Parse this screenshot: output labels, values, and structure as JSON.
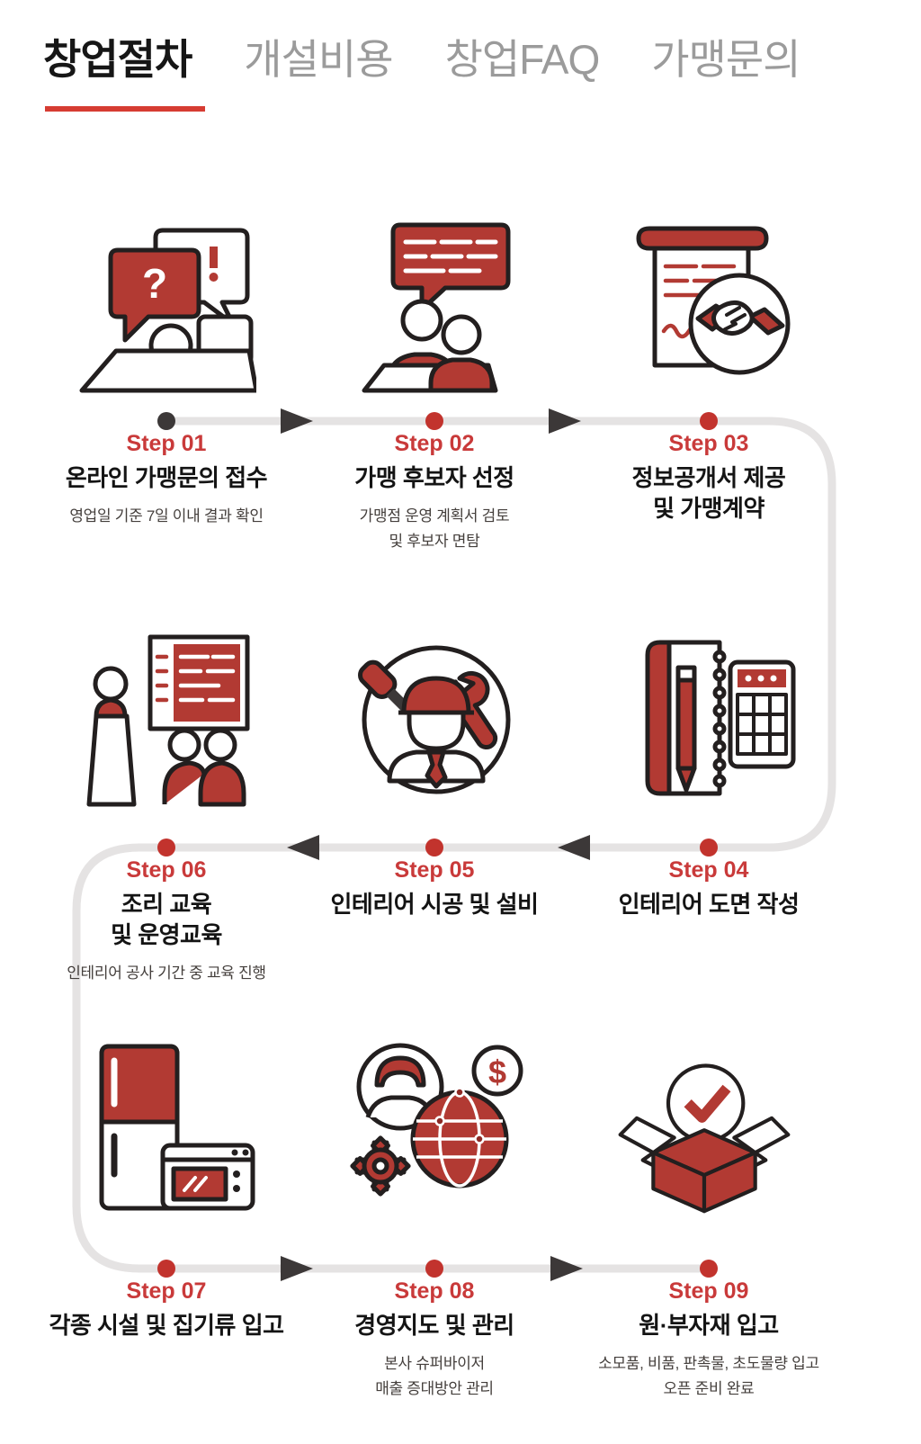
{
  "nav": {
    "tabs": [
      {
        "label": "창업절차",
        "active": true
      },
      {
        "label": "개설비용",
        "active": false
      },
      {
        "label": "창업FAQ",
        "active": false
      },
      {
        "label": "가맹문의",
        "active": false
      }
    ]
  },
  "steps": [
    {
      "step": "Step 01",
      "title_lines": [
        "온라인 가맹문의 접수"
      ],
      "desc_lines": [
        "영업일 기준 7일 이내 결과 확인"
      ],
      "icon": "online-inquiry-icon"
    },
    {
      "step": "Step 02",
      "title_lines": [
        "가맹 후보자 선정"
      ],
      "desc_lines": [
        "가맹점 운영 계획서 검토",
        "및 후보자 면탐"
      ],
      "icon": "candidate-interview-icon"
    },
    {
      "step": "Step 03",
      "title_lines": [
        "정보공개서 제공",
        "및 가맹계약"
      ],
      "desc_lines": [],
      "icon": "contract-handshake-icon"
    },
    {
      "step": "Step 04",
      "title_lines": [
        "인테리어 도면 작성"
      ],
      "desc_lines": [],
      "icon": "interior-drawing-icon"
    },
    {
      "step": "Step 05",
      "title_lines": [
        "인테리어 시공 및 설비"
      ],
      "desc_lines": [],
      "icon": "construction-worker-icon"
    },
    {
      "step": "Step 06",
      "title_lines": [
        "조리 교육",
        "및 운영교육"
      ],
      "desc_lines": [
        "인테리어 공사 기간 중 교육 진행"
      ],
      "icon": "training-presentation-icon"
    },
    {
      "step": "Step 07",
      "title_lines": [
        "각종 시설 및 집기류 입고"
      ],
      "desc_lines": [],
      "icon": "kitchen-equipment-icon"
    },
    {
      "step": "Step 08",
      "title_lines": [
        "경영지도 및 관리"
      ],
      "desc_lines": [
        "본사 슈퍼바이저",
        "매출 증대방안 관리"
      ],
      "icon": "management-globe-icon"
    },
    {
      "step": "Step 09",
      "title_lines": [
        "원·부자재 입고"
      ],
      "desc_lines": [
        "소모품, 비품, 판촉물, 초도물량 입고",
        "오픈 준비 완료"
      ],
      "icon": "supply-box-icon"
    }
  ],
  "colors": {
    "accent_red": "#c93a3a",
    "icon_red": "#b23a33",
    "underline_red": "#d63c32",
    "dot_red": "#c2332d",
    "line_gray": "#e5e3e3",
    "arrow_dark": "#3c3838",
    "inactive_tab_gray": "#9b9b9b"
  }
}
